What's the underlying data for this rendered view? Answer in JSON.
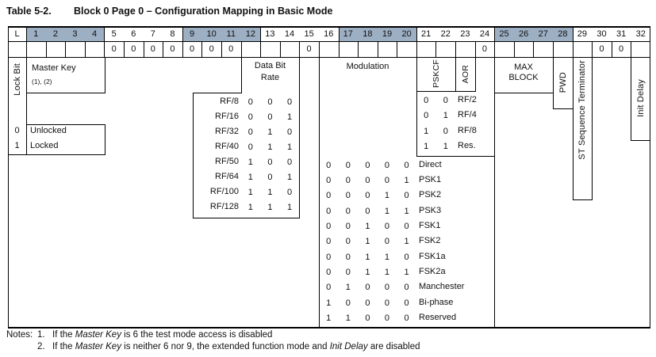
{
  "title": {
    "label": "Table 5-2.",
    "text": "Block 0 Page 0 – Configuration Mapping in Basic Mode"
  },
  "colors": {
    "header_shade": "#9DAFC3",
    "line": "#000000",
    "text": "#111111"
  },
  "header": {
    "lock_label": "L",
    "bits": [
      "1",
      "2",
      "3",
      "4",
      "5",
      "6",
      "7",
      "8",
      "9",
      "10",
      "11",
      "12",
      "13",
      "14",
      "15",
      "16",
      "17",
      "18",
      "19",
      "20",
      "21",
      "22",
      "23",
      "24",
      "25",
      "26",
      "27",
      "28",
      "29",
      "30",
      "31",
      "32"
    ],
    "shaded_groups": [
      [
        1,
        4
      ],
      [
        9,
        12
      ],
      [
        17,
        20
      ],
      [
        25,
        28
      ]
    ]
  },
  "fixed_row": [
    {
      "bit": 5,
      "value": "0"
    },
    {
      "bit": 6,
      "value": "0"
    },
    {
      "bit": 7,
      "value": "0"
    },
    {
      "bit": 8,
      "value": "0"
    },
    {
      "bit": 9,
      "value": "0"
    },
    {
      "bit": 10,
      "value": "0"
    },
    {
      "bit": 11,
      "value": "0"
    },
    {
      "bit": 15,
      "value": "0"
    },
    {
      "bit": 24,
      "value": "0"
    },
    {
      "bit": 30,
      "value": "0"
    },
    {
      "bit": 31,
      "value": "0"
    }
  ],
  "lock_bit": {
    "label": "Lock Bit",
    "legend": [
      {
        "value": "0",
        "label": "Unlocked"
      },
      {
        "value": "1",
        "label": "Locked"
      }
    ]
  },
  "master_key": {
    "label": "Master Key",
    "note_refs": "(1), (2)"
  },
  "data_bit_rate": {
    "label_lines": [
      "Data Bit",
      "Rate"
    ],
    "bit_positions": [
      12,
      13,
      14
    ],
    "rows": [
      {
        "label": "RF/8",
        "bits": [
          "0",
          "0",
          "0"
        ]
      },
      {
        "label": "RF/16",
        "bits": [
          "0",
          "0",
          "1"
        ]
      },
      {
        "label": "RF/32",
        "bits": [
          "0",
          "1",
          "0"
        ]
      },
      {
        "label": "RF/40",
        "bits": [
          "0",
          "1",
          "1"
        ]
      },
      {
        "label": "RF/50",
        "bits": [
          "1",
          "0",
          "0"
        ]
      },
      {
        "label": "RF/64",
        "bits": [
          "1",
          "0",
          "1"
        ]
      },
      {
        "label": "RF/100",
        "bits": [
          "1",
          "1",
          "0"
        ]
      },
      {
        "label": "RF/128",
        "bits": [
          "1",
          "1",
          "1"
        ]
      }
    ]
  },
  "modulation": {
    "label": "Modulation",
    "bit_positions": [
      16,
      17,
      18,
      19,
      20
    ],
    "rows": [
      {
        "bits": [
          "0",
          "0",
          "0",
          "0",
          "0"
        ],
        "label": "Direct"
      },
      {
        "bits": [
          "0",
          "0",
          "0",
          "0",
          "1"
        ],
        "label": "PSK1"
      },
      {
        "bits": [
          "0",
          "0",
          "0",
          "1",
          "0"
        ],
        "label": "PSK2"
      },
      {
        "bits": [
          "0",
          "0",
          "0",
          "1",
          "1"
        ],
        "label": "PSK3"
      },
      {
        "bits": [
          "0",
          "0",
          "1",
          "0",
          "0"
        ],
        "label": "FSK1"
      },
      {
        "bits": [
          "0",
          "0",
          "1",
          "0",
          "1"
        ],
        "label": "FSK2"
      },
      {
        "bits": [
          "0",
          "0",
          "1",
          "1",
          "0"
        ],
        "label": "FSK1a"
      },
      {
        "bits": [
          "0",
          "0",
          "1",
          "1",
          "1"
        ],
        "label": "FSK2a"
      },
      {
        "bits": [
          "0",
          "1",
          "0",
          "0",
          "0"
        ],
        "label": "Manchester"
      },
      {
        "bits": [
          "1",
          "0",
          "0",
          "0",
          "0"
        ],
        "label": "Bi-phase"
      },
      {
        "bits": [
          "1",
          "1",
          "0",
          "0",
          "0"
        ],
        "label": "Reserved"
      }
    ]
  },
  "pskcf": {
    "label": "PSKCF",
    "bit_positions": [
      21,
      22
    ],
    "rows": [
      {
        "bits": [
          "0",
          "0"
        ],
        "label": "RF/2"
      },
      {
        "bits": [
          "0",
          "1"
        ],
        "label": "RF/4"
      },
      {
        "bits": [
          "1",
          "0"
        ],
        "label": "RF/8"
      },
      {
        "bits": [
          "1",
          "1"
        ],
        "label": "Res."
      }
    ]
  },
  "aor": {
    "label": "AOR"
  },
  "max_block": {
    "label_lines": [
      "MAX",
      "BLOCK"
    ]
  },
  "pwd": {
    "label": "PWD"
  },
  "st_sequence_terminator": {
    "label": "ST Sequence Terminator"
  },
  "init_delay": {
    "label": "Init Delay"
  },
  "notes": {
    "label": "Notes:",
    "items": [
      {
        "num": "1.",
        "parts": [
          {
            "t": "If the ",
            "i": false
          },
          {
            "t": "Master Key",
            "i": true
          },
          {
            "t": " is 6 the test mode access is disabled",
            "i": false
          }
        ]
      },
      {
        "num": "2.",
        "parts": [
          {
            "t": "If the ",
            "i": false
          },
          {
            "t": "Master Key",
            "i": true
          },
          {
            "t": " is neither 6 nor 9, the extended function mode and ",
            "i": false
          },
          {
            "t": "Init Delay",
            "i": true
          },
          {
            "t": " are disabled",
            "i": false
          }
        ]
      }
    ]
  }
}
